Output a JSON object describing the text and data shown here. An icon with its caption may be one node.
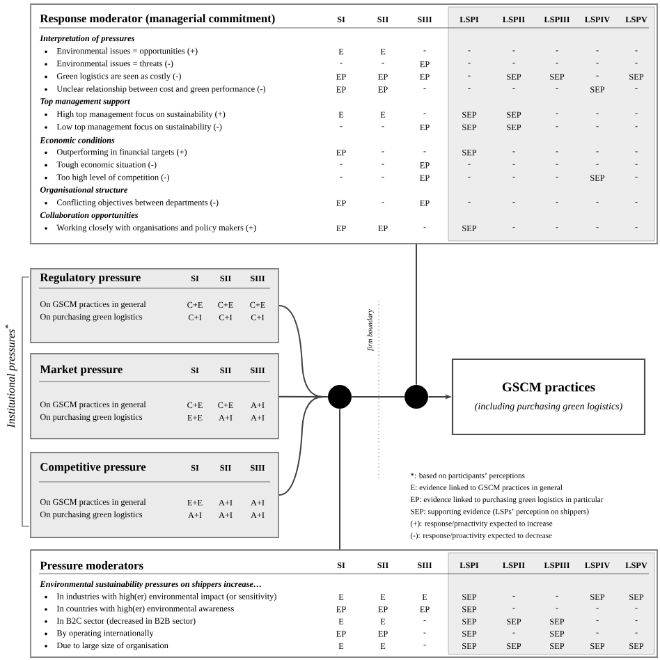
{
  "diagram": {
    "nodes": [
      {
        "text": [
          "Response moderator (managerial commitment)",
          "SI",
          "SII",
          "SIII",
          "LSPI",
          "LSPII",
          "LSPIII",
          "LSPIV",
          "LSPV",
          "Interpretation of pressures",
          "Environmental issues = opportunities (+)",
          "E",
          "E",
          "-",
          "-",
          "-",
          "-",
          "-",
          "-",
          "Environmental issues = threats (-)",
          "-",
          "-",
          "EP",
          "-",
          "-",
          "-",
          "-",
          "-",
          "Green logistics are seen as costly (-)",
          "EP",
          "EP",
          "EP",
          "-",
          "SEP",
          "SEP",
          "-",
          "SEP",
          "Unclear relationship between cost and green performance (-)",
          "EP",
          "EP",
          "-",
          "-",
          "-",
          "-",
          "SEP",
          "-",
          "Top management support",
          "High top management focus on sustainability (+)",
          "E",
          "E",
          "-",
          "SEP",
          "SEP",
          "-",
          "-",
          "-",
          "Low top management focus on sustainability (-)",
          "-",
          "-",
          "EP",
          "SEP",
          "SEP",
          "-",
          "-",
          "-",
          "Economic conditions",
          "Outperforming in financial targets (+)",
          "EP",
          "-",
          "-",
          "SEP",
          "-",
          "-",
          "-",
          "-",
          "Tough economic situation (-)",
          "-",
          "-",
          "EP",
          "-",
          "-",
          "-",
          "-",
          "-",
          "Too high level of competition (-)",
          "-",
          "-",
          "EP",
          "-",
          "-",
          "-",
          "SEP",
          "-",
          "Organisational structure",
          "Conflicting objectives between departments (-)",
          "EP",
          "-",
          "EP",
          "-",
          "-",
          "-",
          "-",
          "-",
          "Collaboration opportunities",
          "Working closely with organisations and policy makers (+)",
          "EP",
          "EP",
          "-",
          "SEP",
          "-",
          "-",
          "-",
          "-"
        ]
      },
      {
        "text": [
          "Regulatory pressure",
          "SI",
          "SII",
          "SIII",
          "On GSCM practices in general",
          "C+E",
          "C+E",
          "C+E",
          "On purchasing green logistics",
          "C+I",
          "C+I",
          "C+I"
        ]
      },
      {
        "text": [
          "Market pressure",
          "SI",
          "SII",
          "SIII",
          "On GSCM practices in general",
          "C+E",
          "C+E",
          "A+I",
          "On purchasing green logistics",
          "E+E",
          "A+I",
          "A+I"
        ]
      },
      {
        "text": [
          "Competitive pressure",
          "SI",
          "SII",
          "SIII",
          "On GSCM practices in general",
          "E+E",
          "A+I",
          "A+I",
          "On purchasing green logistics",
          "A+I",
          "A+I",
          "A+I"
        ]
      },
      {
        "text": [],
        "shape": "circle"
      },
      {
        "text": [],
        "shape": "circle"
      },
      {
        "text": [
          "GSCM practices",
          "(including purchasing green logistics)"
        ]
      },
      {
        "text": [
          "Pressure moderators",
          "SI",
          "SII",
          "SIII",
          "LSPI",
          "LSPII",
          "LSPIII",
          "LSPIV",
          "LSPV",
          "Environmental sustainability pressures on shippers increase…",
          "In industries with high(er) environmental impact (or sensitivity)",
          "E",
          "E",
          "E",
          "SEP",
          "-",
          "-",
          "SEP",
          "SEP",
          "In countries with high(er) environmental awareness",
          "EP",
          "EP",
          "EP",
          "SEP",
          "-",
          "-",
          "-",
          "-",
          "In B2C sector (decreased in B2B sector)",
          "E",
          "E",
          "-",
          "SEP",
          "SEP",
          "SEP",
          "-",
          "-",
          "By operating internationally",
          "EP",
          "EP",
          "-",
          "SEP",
          "-",
          "SEP",
          "-",
          "-",
          "Due to large size of organisation",
          "E",
          "E",
          "-",
          "SEP",
          "SEP",
          "SEP",
          "SEP",
          "SEP"
        ]
      }
    ],
    "edges": [
      {
        "from": 1,
        "to": 4,
        "arrow": "none"
      },
      {
        "from": 2,
        "to": 4,
        "arrow": "none"
      },
      {
        "from": 3,
        "to": 4,
        "arrow": "none"
      },
      {
        "from": 7,
        "to": 4,
        "arrow": "none"
      },
      {
        "from": 4,
        "to": 5,
        "arrow": "none"
      },
      {
        "from": 0,
        "to": 5,
        "arrow": "none"
      },
      {
        "from": 5,
        "to": 6,
        "arrow": "to"
      }
    ],
    "labels": [
      "Institutional pressures$^{*}$",
      "firm boundary",
      "*: based on participants’ perceptions",
      "E: evidence linked to GSCM practices in general",
      "EP: evidence linked to purchasing green logistics in particular",
      "SEP: supporting evidence (LSPs’ perception on shippers)",
      "(+): response/proactivity expected to increase",
      "(-): response/proactivity expected to decrease"
    ]
  }
}
